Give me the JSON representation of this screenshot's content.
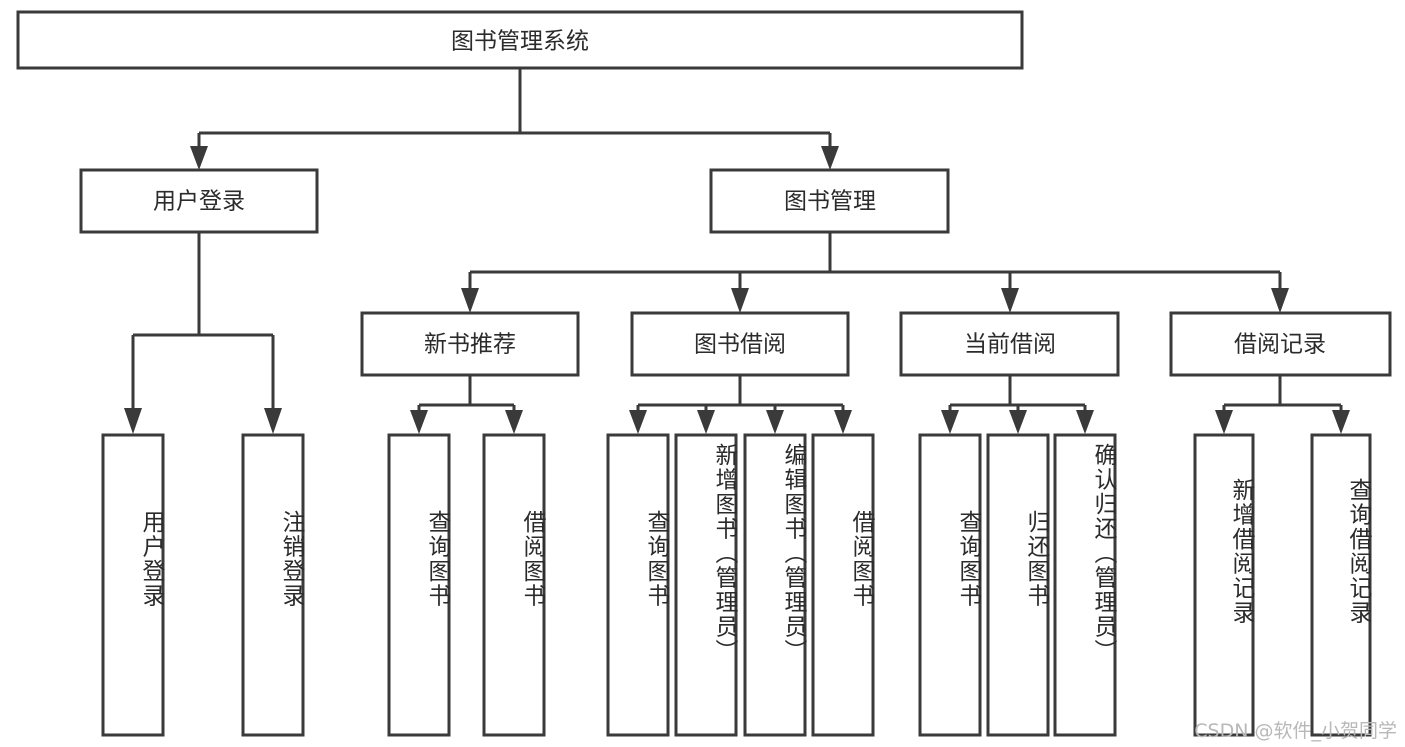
{
  "diagram": {
    "title": "图书管理系统",
    "type": "tree-hierarchy",
    "watermark": "CSDN @软件_小贺同学",
    "colors": {
      "stroke": "#3a3a3a",
      "fill": "#ffffff",
      "text": "#2b2b2b",
      "watermark": "#b8b8b8",
      "background": "#ffffff"
    },
    "root": {
      "id": "root",
      "label": "图书管理系统"
    },
    "level2": [
      {
        "id": "user-login",
        "label": "用户登录"
      },
      {
        "id": "book-management",
        "label": "图书管理"
      }
    ],
    "level3": [
      {
        "id": "new-book-recommend",
        "label": "新书推荐",
        "parent": "book-management"
      },
      {
        "id": "book-borrow",
        "label": "图书借阅",
        "parent": "book-management"
      },
      {
        "id": "current-borrow",
        "label": "当前借阅",
        "parent": "book-management"
      },
      {
        "id": "borrow-record",
        "label": "借阅记录",
        "parent": "book-management"
      }
    ],
    "leaves": [
      {
        "id": "leaf-user-login",
        "label": "用户登录",
        "parent": "user-login"
      },
      {
        "id": "leaf-user-logout",
        "label": "注销登录",
        "parent": "user-login"
      },
      {
        "id": "leaf-query-book-1",
        "label": "查询图书",
        "parent": "new-book-recommend"
      },
      {
        "id": "leaf-borrow-book-1",
        "label": "借阅图书",
        "parent": "new-book-recommend"
      },
      {
        "id": "leaf-query-book-2",
        "label": "查询图书",
        "parent": "book-borrow"
      },
      {
        "id": "leaf-add-book",
        "label": "新增图书（管理员）",
        "parent": "book-borrow"
      },
      {
        "id": "leaf-edit-book",
        "label": "编辑图书（管理员）",
        "parent": "book-borrow"
      },
      {
        "id": "leaf-borrow-book-2",
        "label": "借阅图书",
        "parent": "book-borrow"
      },
      {
        "id": "leaf-query-book-3",
        "label": "查询图书",
        "parent": "current-borrow"
      },
      {
        "id": "leaf-return-book",
        "label": "归还图书",
        "parent": "current-borrow"
      },
      {
        "id": "leaf-confirm-return",
        "label": "确认归还（管理员）",
        "parent": "current-borrow"
      },
      {
        "id": "leaf-add-record",
        "label": "新增借阅记录",
        "parent": "borrow-record"
      },
      {
        "id": "leaf-query-record",
        "label": "查询借阅记录",
        "parent": "borrow-record"
      }
    ]
  }
}
